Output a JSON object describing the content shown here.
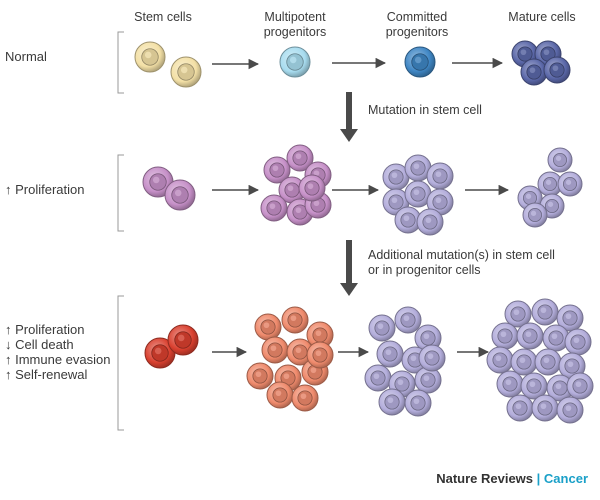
{
  "headers": [
    "Stem cells",
    "Multipotent progenitors",
    "Committed progenitors",
    "Mature cells"
  ],
  "rows": [
    {
      "labels": [
        "Normal"
      ]
    },
    {
      "labels": [
        "↑ Proliferation"
      ]
    },
    {
      "labels": [
        "↑ Proliferation",
        "↓ Cell death",
        "↑ Immune evasion",
        "↑ Self-renewal"
      ]
    }
  ],
  "transitions": [
    {
      "lines": [
        "Mutation in stem cell"
      ]
    },
    {
      "lines": [
        "Additional mutation(s) in stem cell",
        "or in progenitor cells"
      ]
    }
  ],
  "credit": {
    "journal": "Nature Reviews",
    "separator": "|",
    "section": "Cancer"
  },
  "colors": {
    "stem": "#f3e0a6",
    "multipotent": "#a8dcef",
    "committed": "#3f86c4",
    "mature": "#5a67a8",
    "purple_pink": "#c690c8",
    "lavender": "#b3addb",
    "red": "#d9402f",
    "salmon": "#ef8a6c"
  }
}
